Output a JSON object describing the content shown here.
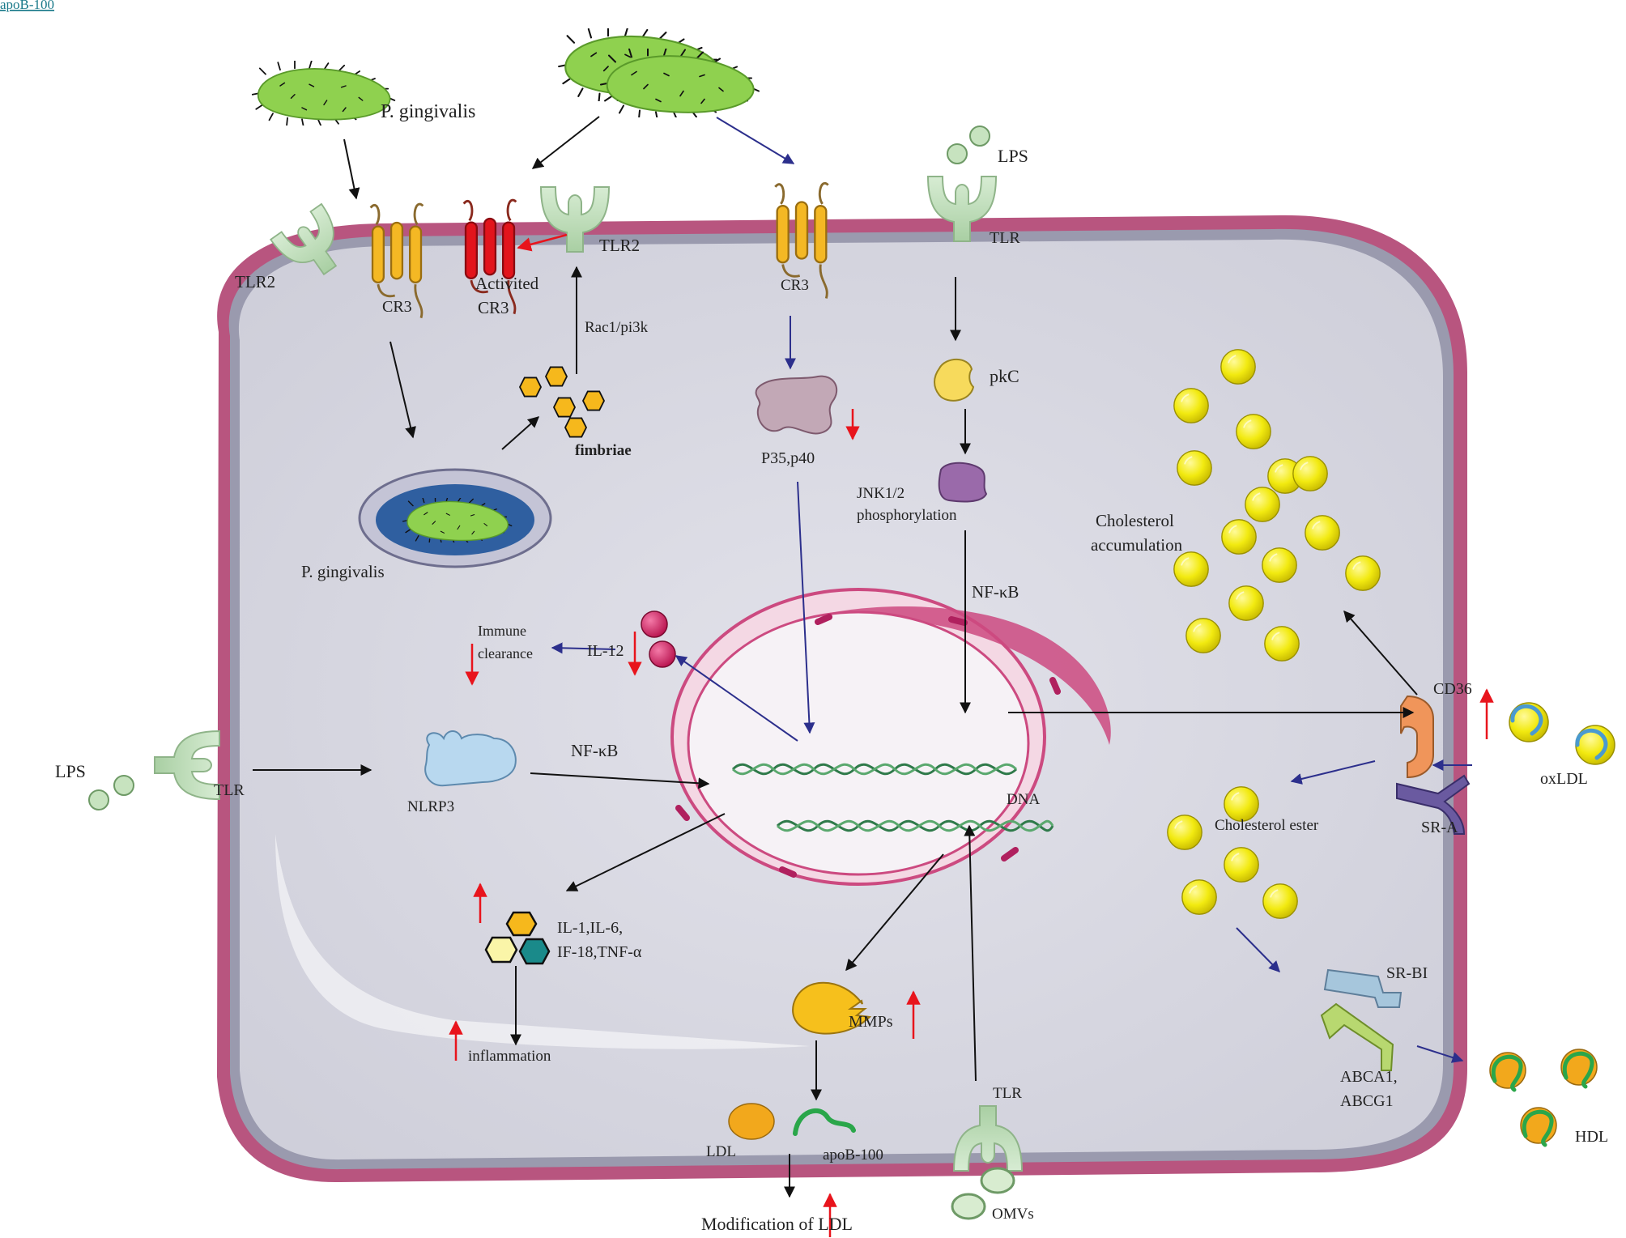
{
  "header_link": "apoB-100",
  "labels": {
    "pg_top": "P. gingivalis",
    "pg_in_vacuole": "P. gingivalis",
    "tlr2_left": "TLR2",
    "cr3_left": "CR3",
    "activited_cr3_line1": "Activited",
    "activited_cr3_line2": "CR3",
    "tlr2_mid": "TLR2",
    "rac1_pi3k": "Rac1/pi3k",
    "fimbriae": "fimbriae",
    "cr3_mid": "CR3",
    "p35_p40": "P35,p40",
    "lps_top": "LPS",
    "tlr_top": "TLR",
    "pkc": "pkC",
    "jnk_line1": "JNK1/2",
    "jnk_line2": "phosphorylation",
    "nfkb_right": "NF-κB",
    "chol_acc_line1": "Cholesterol",
    "chol_acc_line2": "accumulation",
    "immune_line1": "Immune",
    "immune_line2": "clearance",
    "il12": "IL-12",
    "lps_left": "LPS",
    "tlr_left": "TLR",
    "nlrp3": "NLRP3",
    "nfkb_left": "NF-κB",
    "dna": "DNA",
    "cd36": "CD36",
    "oxldl": "oxLDL",
    "sra": "SR-A",
    "chol_ester": "Cholesterol ester",
    "cytokines_line1": "IL-1,IL-6,",
    "cytokines_line2": "IF-18,TNF-α",
    "inflammation": "inflammation",
    "mmps": "MMPs",
    "srbi": "SR-BI",
    "abca1": "ABCA1,",
    "abcg1": "ABCG1",
    "hdl": "HDL",
    "ldl": "LDL",
    "apob100": "apoB-100",
    "tlr_bottom": "TLR",
    "omvs": "OMVs",
    "mod_ldl": "Modification of LDL"
  },
  "colors": {
    "membrane": "#b8557f",
    "cytoplasm": "#dddde6",
    "bacteria": "#8fd14f",
    "cholesterol": "#f2ea10",
    "black_arrow": "#111111",
    "blue_arrow": "#2c2f8c",
    "red_arrow": "#e8141c"
  },
  "icons": [
    "bacterium-icon",
    "tlr-receptor-icon",
    "cr3-receptor-icon",
    "hexagon-icon",
    "vacuole-icon",
    "dna-helix-icon",
    "cholesterol-droplet-icon",
    "cd36-receptor-icon",
    "ldl-particle-icon",
    "hdl-particle-icon",
    "omv-vesicle-icon"
  ]
}
